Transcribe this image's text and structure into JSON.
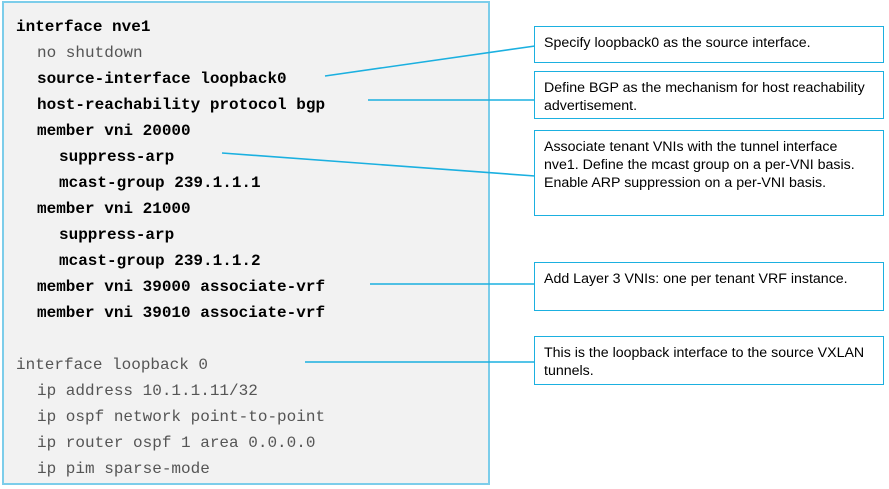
{
  "code": {
    "lines": [
      {
        "text": "interface nve1",
        "bold": true
      },
      {
        "text": "no shutdown",
        "bold": false
      },
      {
        "text": "source-interface loopback0",
        "bold": true
      },
      {
        "text": "host-reachability protocol bgp",
        "bold": true
      },
      {
        "text": "member vni 20000",
        "bold": true
      },
      {
        "text": "suppress-arp",
        "bold": true
      },
      {
        "text": "mcast-group 239.1.1.1",
        "bold": true
      },
      {
        "text": "member vni 21000",
        "bold": true
      },
      {
        "text": "suppress-arp",
        "bold": true
      },
      {
        "text": "mcast-group 239.1.1.2",
        "bold": true
      },
      {
        "text": "member vni 39000 associate-vrf",
        "bold": true
      },
      {
        "text": "member vni 39010 associate-vrf",
        "bold": true
      },
      {
        "text": "interface loopback 0",
        "bold": false
      },
      {
        "text": "ip address 10.1.1.11/32",
        "bold": false
      },
      {
        "text": "ip ospf network point-to-point",
        "bold": false
      },
      {
        "text": "ip router ospf 1 area 0.0.0.0",
        "bold": false
      },
      {
        "text": "ip pim sparse-mode",
        "bold": false
      }
    ]
  },
  "notes": [
    {
      "text": "Specify loopback0 as the source interface."
    },
    {
      "text": "Define BGP as the mechanism for host reachability advertisement."
    },
    {
      "text": "Associate tenant VNIs with the tunnel interface nve1. Define the mcast group on a per-VNI basis. Enable ARP suppression on a per-VNI basis."
    },
    {
      "text": "Add Layer 3 VNIs: one per tenant VRF instance."
    },
    {
      "text": "This is the loopback interface to the source VXLAN tunnels."
    }
  ],
  "colors": {
    "accent": "#1bb0e0",
    "code_border": "#7ccdea",
    "code_background": "#f2f2f2"
  }
}
